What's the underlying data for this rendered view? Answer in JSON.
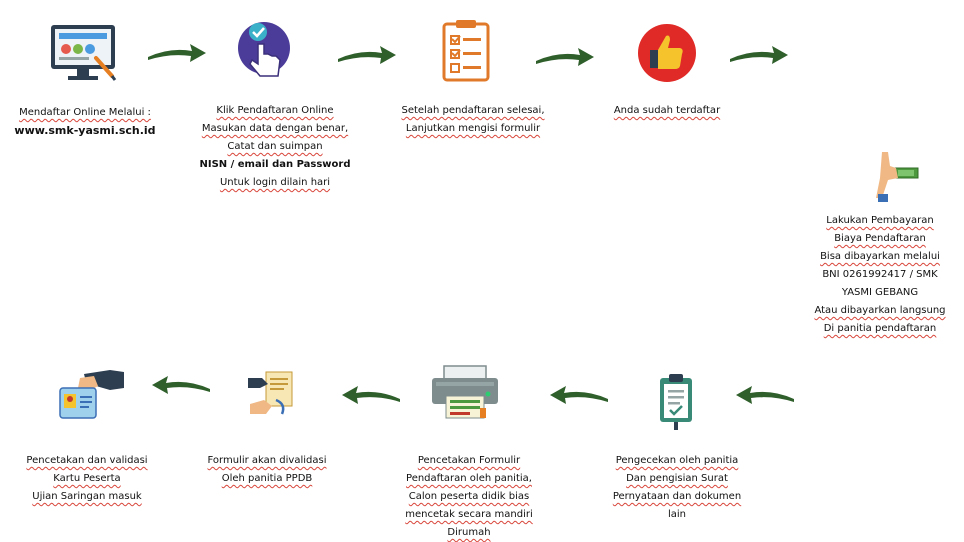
{
  "colors": {
    "arrow": "#2f5f2b",
    "thumb_circle": "#e02a27",
    "checklist": "#e07a2a",
    "click_circle": "#4b3c9a",
    "squiggle": "#d8453a"
  },
  "steps": [
    {
      "id": "register-online",
      "icon": "computer-form-icon",
      "lines": [
        {
          "text": "Mendaftar Online Melalui :",
          "style": "squig"
        },
        {
          "text": "www.smk-yasmi.sch.id",
          "style": "big"
        }
      ]
    },
    {
      "id": "click-registration",
      "icon": "click-hand-icon",
      "lines": [
        {
          "text": "Klik Pendaftaran Online",
          "style": "squig"
        },
        {
          "text": "Masukan data dengan benar,",
          "style": "squig"
        },
        {
          "text": "Catat dan suimpan",
          "style": "squig"
        },
        {
          "text": "NISN / email dan Password",
          "style": "bold"
        },
        {
          "text": "Untuk login dilain hari",
          "style": "squig"
        }
      ]
    },
    {
      "id": "fill-form",
      "icon": "checklist-icon",
      "lines": [
        {
          "text": "Setelah pendaftaran selesai,",
          "style": "squig"
        },
        {
          "text": "Lanjutkan mengisi formulir",
          "style": "squig"
        }
      ]
    },
    {
      "id": "registered",
      "icon": "thumbs-up-icon",
      "lines": [
        {
          "text": "Anda sudah terdaftar",
          "style": "squig"
        }
      ]
    },
    {
      "id": "payment",
      "icon": "money-hand-icon",
      "lines": [
        {
          "text": "Lakukan Pembayaran",
          "style": "squig"
        },
        {
          "text": "Biaya Pendaftaran",
          "style": "squig"
        },
        {
          "text": "Bisa dibayarkan melalui",
          "style": "squig"
        },
        {
          "text": "BNI 0261992417 / SMK",
          "style": "plain"
        },
        {
          "text": "YASMI GEBANG",
          "style": "plain"
        },
        {
          "text": "Atau dibayarkan langsung",
          "style": "squig"
        },
        {
          "text": "Di panitia pendaftaran",
          "style": "squig"
        }
      ]
    },
    {
      "id": "checking",
      "icon": "clipboard-check-icon",
      "lines": [
        {
          "text": "Pengecekan oleh panitia",
          "style": "squig"
        },
        {
          "text": "Dan pengisian Surat",
          "style": "squig"
        },
        {
          "text": "Pernyataan dan dokumen",
          "style": "squig"
        },
        {
          "text": "lain",
          "style": "plain"
        }
      ]
    },
    {
      "id": "print-form",
      "icon": "printer-icon",
      "lines": [
        {
          "text": "Pencetakan Formulir",
          "style": "squig"
        },
        {
          "text": "Pendaftaran oleh panitia,",
          "style": "squig"
        },
        {
          "text": "Calon peserta didik bias",
          "style": "squig"
        },
        {
          "text": "mencetak  secara mandiri",
          "style": "squig"
        },
        {
          "text": "Dirumah",
          "style": "squig"
        }
      ]
    },
    {
      "id": "validate-form",
      "icon": "document-handover-icon",
      "lines": [
        {
          "text": "Formulir akan divalidasi",
          "style": "squig"
        },
        {
          "text": "Oleh panitia PPDB",
          "style": "squig"
        }
      ]
    },
    {
      "id": "print-card",
      "icon": "id-card-icon",
      "lines": [
        {
          "text": "Pencetakan dan validasi",
          "style": "squig"
        },
        {
          "text": "Kartu Peserta",
          "style": "squig"
        },
        {
          "text": "Ujian Saringan masuk",
          "style": "squig"
        }
      ]
    }
  ]
}
